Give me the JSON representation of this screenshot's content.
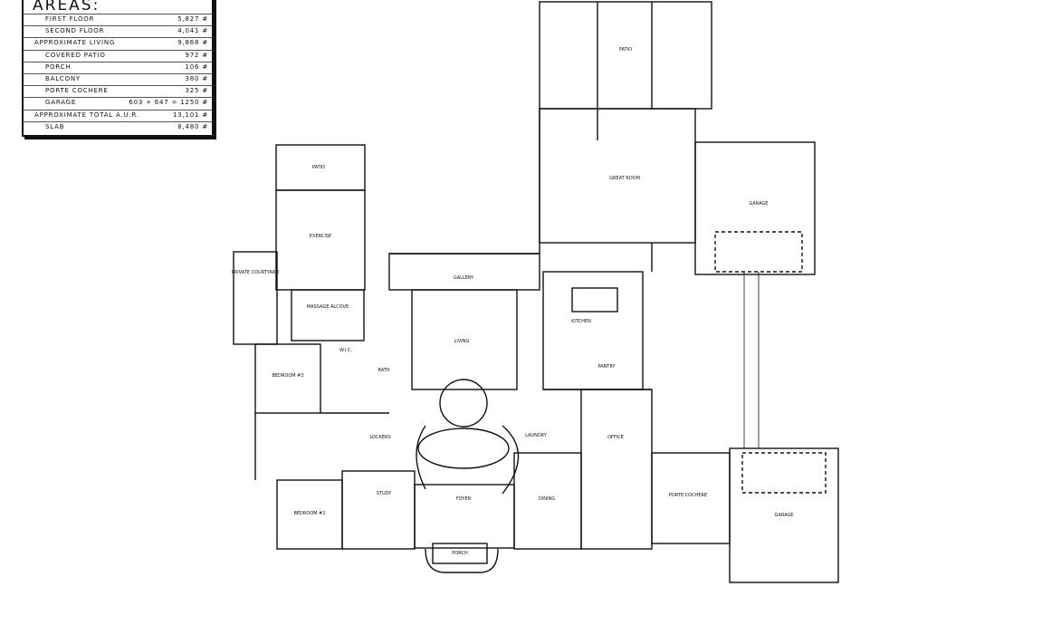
{
  "areas": {
    "title": "AREAS:",
    "rows": [
      {
        "label": "FIRST FLOOR",
        "value": "5,827 #",
        "indent": 1
      },
      {
        "label": "SECOND FLOOR",
        "value": "4,041 #",
        "indent": 1
      },
      {
        "label": "APPROXIMATE LIVING",
        "value": "9,868 #",
        "indent": 0
      },
      {
        "label": "COVERED PATIO",
        "value": "972 #",
        "indent": 1
      },
      {
        "label": "PORCH",
        "value": "106 #",
        "indent": 1
      },
      {
        "label": "BALCONY",
        "value": "380 #",
        "indent": 1
      },
      {
        "label": "PORTE COCHERE",
        "value": "325 #",
        "indent": 1
      },
      {
        "label": "GARAGE",
        "value": "603 + 647 = 1250 #",
        "indent": 1
      },
      {
        "label": "APPROXIMATE TOTAL A.U.R.",
        "value": "13,101 #",
        "indent": 0
      },
      {
        "label": "SLAB",
        "value": "8,480 #",
        "indent": 1
      }
    ]
  },
  "rooms": {
    "patio_main": "PATIO",
    "patio_small": "PATIO",
    "great_room": "GREAT ROOM",
    "garage_right": "GARAGE",
    "exercise": "EXERCISE",
    "gallery": "GALLERY",
    "living": "LIVING",
    "kitchen": "KITCHEN",
    "pantry": "PANTRY",
    "massage": "MASSAGE ALCOVE",
    "bedroom3": "BEDROOM #3",
    "bedroom2": "BEDROOM #2",
    "study": "STUDY",
    "foyer": "FOYER",
    "dining": "DINING",
    "porte_cochere": "PORTE COCHERE",
    "garage_bottom": "GARAGE",
    "porch": "PORCH",
    "private_courtyard": "PRIVATE COURTYARD",
    "lockers": "LOCKERS",
    "office": "OFFICE",
    "bath": "BATH",
    "wic": "W.I.C.",
    "laundry": "LAUNDRY"
  }
}
